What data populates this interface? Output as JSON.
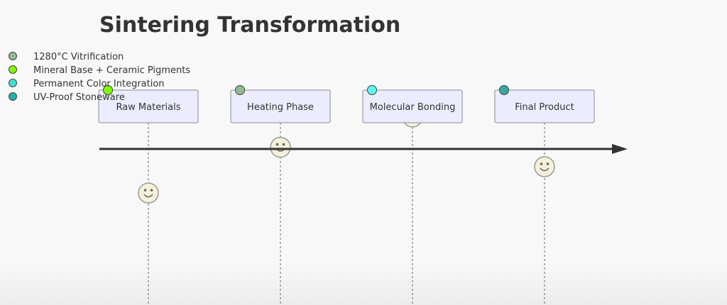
{
  "title": "Sintering Transformation",
  "legend": [
    {
      "label": "1280°C Vitrification",
      "color": "#8fbc8f"
    },
    {
      "label": "Mineral Base + Ceramic Pigments",
      "color": "#7cfc00"
    },
    {
      "label": "Permanent Color Integration",
      "color": "#40e0d0"
    },
    {
      "label": "UV-Proof Stoneware",
      "color": "#20b2aa"
    }
  ],
  "stages": [
    {
      "label": "Raw Materials",
      "dot_color": "#7cfc00",
      "actor_icon": "smiley-icon",
      "actor_depth": 0.78
    },
    {
      "label": "Heating Phase",
      "dot_color": "#8fbc8f",
      "actor_icon": "smiley-icon",
      "actor_depth": 0.31
    },
    {
      "label": "Molecular Bonding",
      "dot_color": "#5ff5f0",
      "actor_icon": "smiley-icon",
      "actor_depth": 0.0
    },
    {
      "label": "Final Product",
      "dot_color": "#3aa6a0",
      "actor_icon": "smiley-icon",
      "actor_depth": 0.51
    }
  ],
  "colors": {
    "node_fill": "#ececff",
    "node_stroke": "#9370db",
    "arrow": "#333333",
    "face_fill": "#f5f0d8",
    "face_stroke": "#999999"
  }
}
